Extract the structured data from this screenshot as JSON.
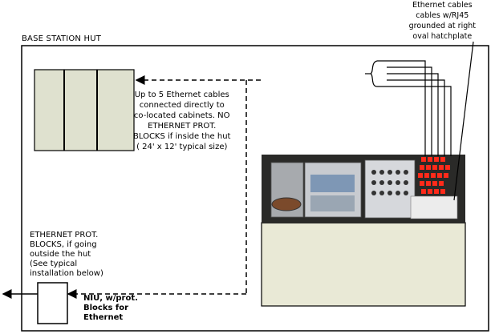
{
  "title": "BASE STATION HUT",
  "ethernet_cables_note": "Ethernet cables\ncables w/RJ45\ngrounded at right\noval hatchplate",
  "colocated_note": "Up to 5 Ethernet cables\nconnected directly to\nco-located cabinets. NO\nETHERNET PROT.\nBLOCKS  if inside the hut\n( 24' x 12' typical size)",
  "prot_blocks_note": "ETHERNET PROT.\nBLOCKS, if going\noutside the hut\n (See typical\ninstallation below)",
  "niu_note": "NIU, w/prot.\nBlocks for\nEthernet",
  "colors": {
    "line": "#000000",
    "cabinet_fill": "#dfe1cf",
    "equipment_base": "#e9e9d6",
    "cable_red": "#ff2a1a",
    "panel_gray": "#b9bcc0"
  }
}
